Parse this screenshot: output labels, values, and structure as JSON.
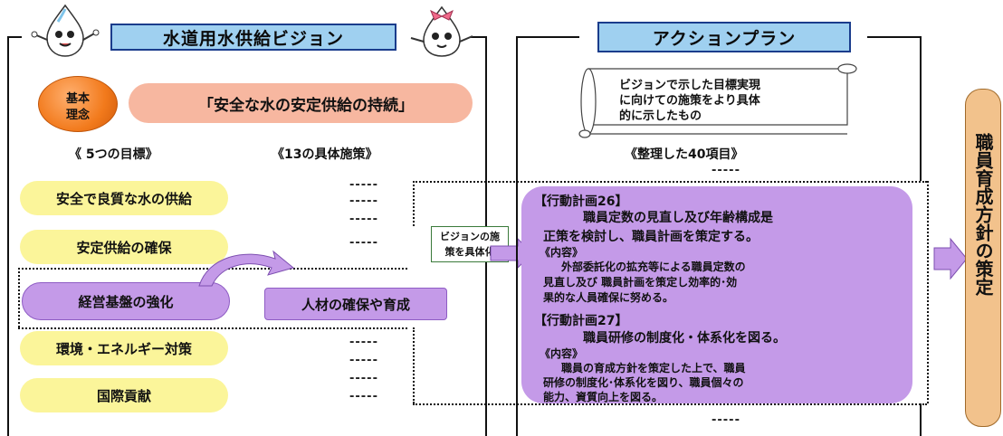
{
  "left_panel": {
    "title": "水道用水供給ビジョン",
    "basic_badge_line1": "基本",
    "basic_badge_line2": "理念",
    "basic_philosophy": "「安全な水の安定供給の持続」",
    "goals_header": "《 5つの目標》",
    "measures_header": "《13の具体施策》",
    "goals": [
      "安全で良質な水の供給",
      "安定供給の確保",
      "経営基盤の強化",
      "環境・エネルギー対策",
      "国際貢献"
    ],
    "measure_item": "人材の確保や育成",
    "dash_mark": "-----"
  },
  "bridge_label_line1": "ビジョンの施",
  "bridge_label_line2": "策を具体化",
  "right_panel": {
    "title": "アクションプラン",
    "scroll_note_line1": "ビジョンで示した目標実現",
    "scroll_note_line2": "に向けての施策をより具体",
    "scroll_note_line3": "的に示したもの",
    "items_header": "《整理した40項目》",
    "plan26": {
      "title": "【行動計画26】",
      "line1": "職員定数の見直し及び年齢構成是",
      "line2": "正策を検討し、職員計画を策定する。",
      "content_label": "《内容》",
      "content_line1": "外部委託化の拡充等による職員定数の",
      "content_line2": "見直し及び 職員計画を策定し効率的･効",
      "content_line3": "果的な人員確保に努める。"
    },
    "plan27": {
      "title": "【行動計画27】",
      "line1": "職員研修の制度化・体系化を図る。",
      "content_label": "《内容》",
      "content_line1": "職員の育成方針を策定した上で、職員",
      "content_line2": "研修の制度化･体系化を図り、職員個々の",
      "content_line3": "能力、資質向上を図る。"
    }
  },
  "result_label": "職員育成方針の策定",
  "colors": {
    "header_fill": "#9fd0f0",
    "yellow_pill": "#fbf59a",
    "purple": "#c49ae8",
    "orange": "#f27a1c",
    "salmon": "#f7b7a0"
  }
}
